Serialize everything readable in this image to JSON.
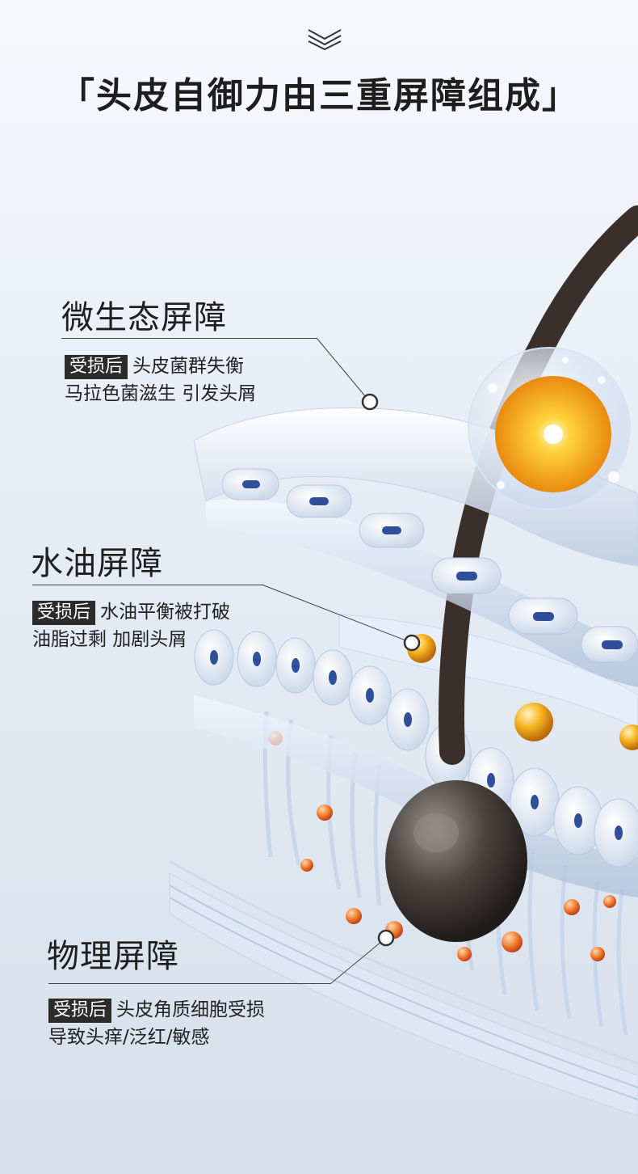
{
  "header": {
    "title": "「头皮自御力由三重屏障组成」"
  },
  "barriers": [
    {
      "title": "微生态屏障",
      "badge": "受损后",
      "line1": "头皮菌群失衡",
      "line2": "马拉色菌滋生 引发头屑"
    },
    {
      "title": "水油屏障",
      "badge": "受损后",
      "line1": "水油平衡被打破",
      "line2": "油脂过剩 加剧头屑"
    },
    {
      "title": "物理屏障",
      "badge": "受损后",
      "line1": "头皮角质细胞受损",
      "line2": "导致头痒/泛红/敏感"
    }
  ],
  "icons": {
    "top_chevron": "double-chevron-down-icon"
  },
  "colors": {
    "background": "#e8eef6",
    "badge_bg": "#2b2b2b",
    "hair": "#3a2f2a",
    "sebum": "#f2a61a",
    "cell_nucleus": "#2f4f9a"
  }
}
